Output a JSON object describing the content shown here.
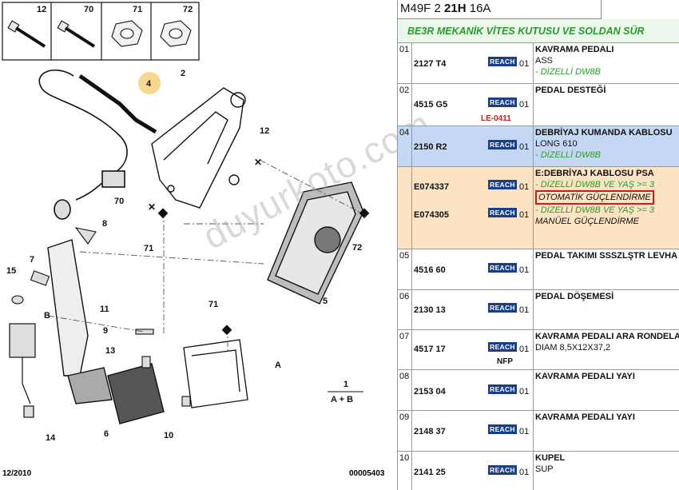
{
  "colors": {
    "highlight_blue": "#c5d8f3",
    "highlight_orange": "#fbe3c4",
    "reach_badge": "#1a3f86",
    "green_text": "#2a9a2a",
    "red_box": "#d01a1a"
  },
  "diagram": {
    "header_labels": [
      "12",
      "70",
      "71",
      "72"
    ],
    "callouts": [
      "2",
      "4",
      "12",
      "70",
      "71",
      "8",
      "72",
      "7",
      "15",
      "B",
      "5",
      "11",
      "9",
      "71",
      "13",
      "A",
      "1",
      "A + B",
      "6",
      "10",
      "14"
    ],
    "footer_left": "12/2010",
    "footer_right": "00005403",
    "watermark": "duyurkoto.com"
  },
  "panel": {
    "model_prefix": "M49F 2 ",
    "model_bold": "21H",
    "model_suffix": " 16A",
    "section_title": "BE3R MEKANİK VİTES KUTUSU VE SOLDAN SÜR",
    "rows": [
      {
        "no": "01",
        "part": "2127 T4",
        "badge": "REACH",
        "qty": "01",
        "lines": [
          "KAVRAMA PEDALI",
          "ASS",
          "- DİZELLİ DW8B"
        ]
      },
      {
        "no": "02",
        "part": "4515 G5",
        "badge": "REACH",
        "qty": "01",
        "extra": "LE-0411",
        "lines": [
          "PEDAL DESTEĞİ"
        ]
      },
      {
        "no": "04",
        "part": "2150 R2",
        "badge": "REACH",
        "qty": "01",
        "lines": [
          "DEBRİYAJ KUMANDA KABLOSU",
          "LONG 610",
          "- DİZELLİ DW8B"
        ]
      },
      {
        "no": "",
        "part": "E074337",
        "badge": "REACH",
        "qty": "01",
        "part2": "E074305",
        "badge2": "REACH",
        "qty2": "01",
        "lines": [
          "E:DEBRİYAJ KABLOSU PSA",
          "- DİZELLİ DW8B VE YAŞ >= 3",
          "OTOMATİK GÜÇLENDİRME",
          "- DİZELLİ DW8B VE YAŞ >= 3",
          "MANÜEL GÜÇLENDİRME"
        ]
      },
      {
        "no": "05",
        "part": "4516 60",
        "badge": "REACH",
        "qty": "01",
        "lines": [
          "PEDAL TAKIMI SSSZLŞTR LEVHA"
        ]
      },
      {
        "no": "06",
        "part": "2130 13",
        "badge": "REACH",
        "qty": "01",
        "lines": [
          "PEDAL DÖŞEMESİ"
        ]
      },
      {
        "no": "07",
        "part": "4517 17",
        "badge": "REACH",
        "qty": "01",
        "extra": "NFP",
        "lines": [
          "KAVRAMA PEDALI ARA RONDELA",
          "DIAM 8,5X12X37,2"
        ]
      },
      {
        "no": "08",
        "part": "2153 04",
        "badge": "REACH",
        "qty": "01",
        "lines": [
          "KAVRAMA PEDALI YAYI"
        ]
      },
      {
        "no": "09",
        "part": "2148 37",
        "badge": "REACH",
        "qty": "01",
        "lines": [
          "KAVRAMA PEDALI YAYI"
        ]
      },
      {
        "no": "10",
        "part": "2141 25",
        "badge": "REACH",
        "qty": "01",
        "lines": [
          "KUPEL",
          "SUP"
        ]
      }
    ]
  }
}
